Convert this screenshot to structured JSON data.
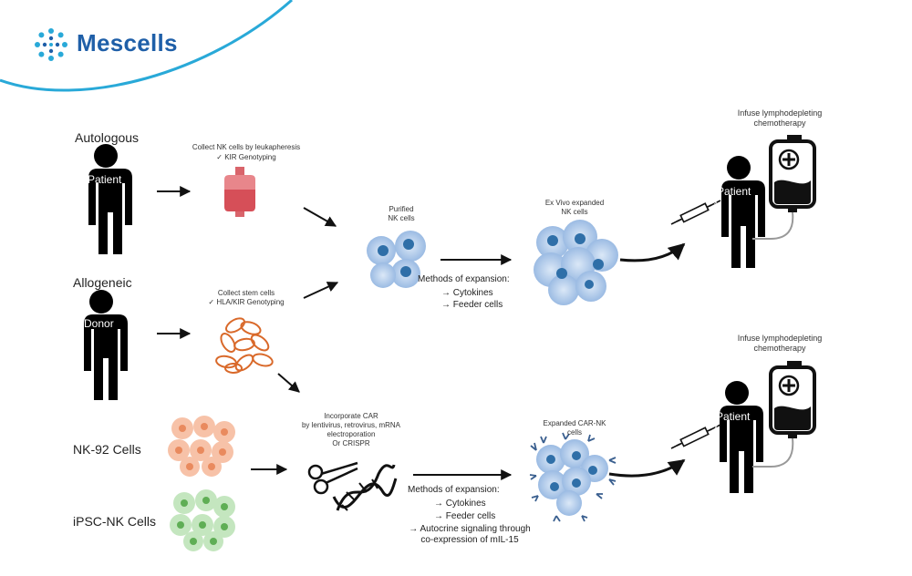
{
  "brand": {
    "name": "Mescells",
    "logo_icon": "flower-dots-icon",
    "accent_color": "#29a9d8",
    "text_color": "#1f5fa8"
  },
  "sources": {
    "autologous": {
      "title": "Autologous",
      "person": "Patient",
      "step": "Collect NK cells by leukapheresis",
      "check": "✓ KIR Genotyping"
    },
    "allogeneic": {
      "title": "Allogeneic",
      "person": "Donor",
      "step": "Collect stem cells",
      "check": "✓ HLA/KIR Genotyping"
    },
    "nk92": {
      "title": "NK-92 Cells",
      "color": "#f4a886"
    },
    "ipsc": {
      "title": "iPSC-NK Cells",
      "color": "#9fd59a"
    }
  },
  "purified": {
    "label": "Purified\nNK cells"
  },
  "expansion_top": {
    "title": "Methods of expansion:",
    "items": [
      "→ Cytokines",
      "→ Feeder cells"
    ]
  },
  "ex_vivo": {
    "label": "Ex Vivo expanded\nNK cells"
  },
  "car": {
    "label": "Incorporate CAR\nby lentivirus, retrovirus, mRNA\nelectroporation\nOr CRISPR"
  },
  "expansion_bottom": {
    "title": "Methods of expansion:",
    "items": [
      "→ Cytokines",
      "→ Feeder cells",
      "→ Autocrine signaling through\nco-expression of mIL-15"
    ]
  },
  "car_nk": {
    "label": "Expanded CAR-NK\ncells"
  },
  "infuse_top": {
    "label": "Infuse lymphodepleting\nchemotherapy",
    "person": "Patient",
    "mark": "x"
  },
  "infuse_bottom": {
    "label": "Infuse lymphodepleting\nchemotherapy",
    "person": "Patient",
    "mark": "x"
  }
}
